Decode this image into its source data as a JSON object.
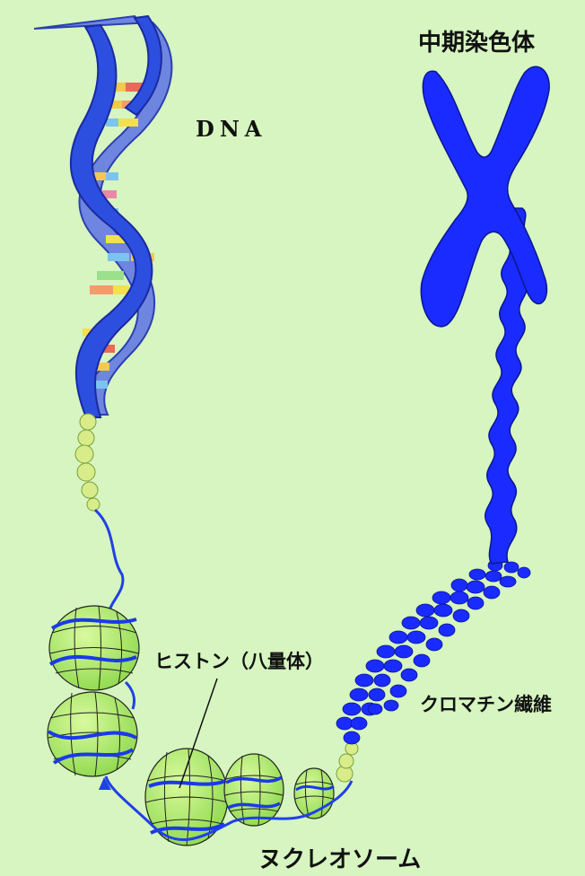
{
  "labels": {
    "dna": "DNA",
    "metaphase_chromosome": "中期染色体",
    "histone_octamer": "ヒストン（八量体）",
    "chromatin_fiber": "クロマチン繊維",
    "nucleosome": "ヌクレオソーム"
  },
  "colors": {
    "background": "#d6f5c0",
    "chromosome_blue": "#1a2bff",
    "helix_blue": "#3355e8",
    "helix_shadow": "#6a7fd8",
    "nucleosome_green": "#b6f07a",
    "bead_yellow_green": "#d8ec8a"
  }
}
